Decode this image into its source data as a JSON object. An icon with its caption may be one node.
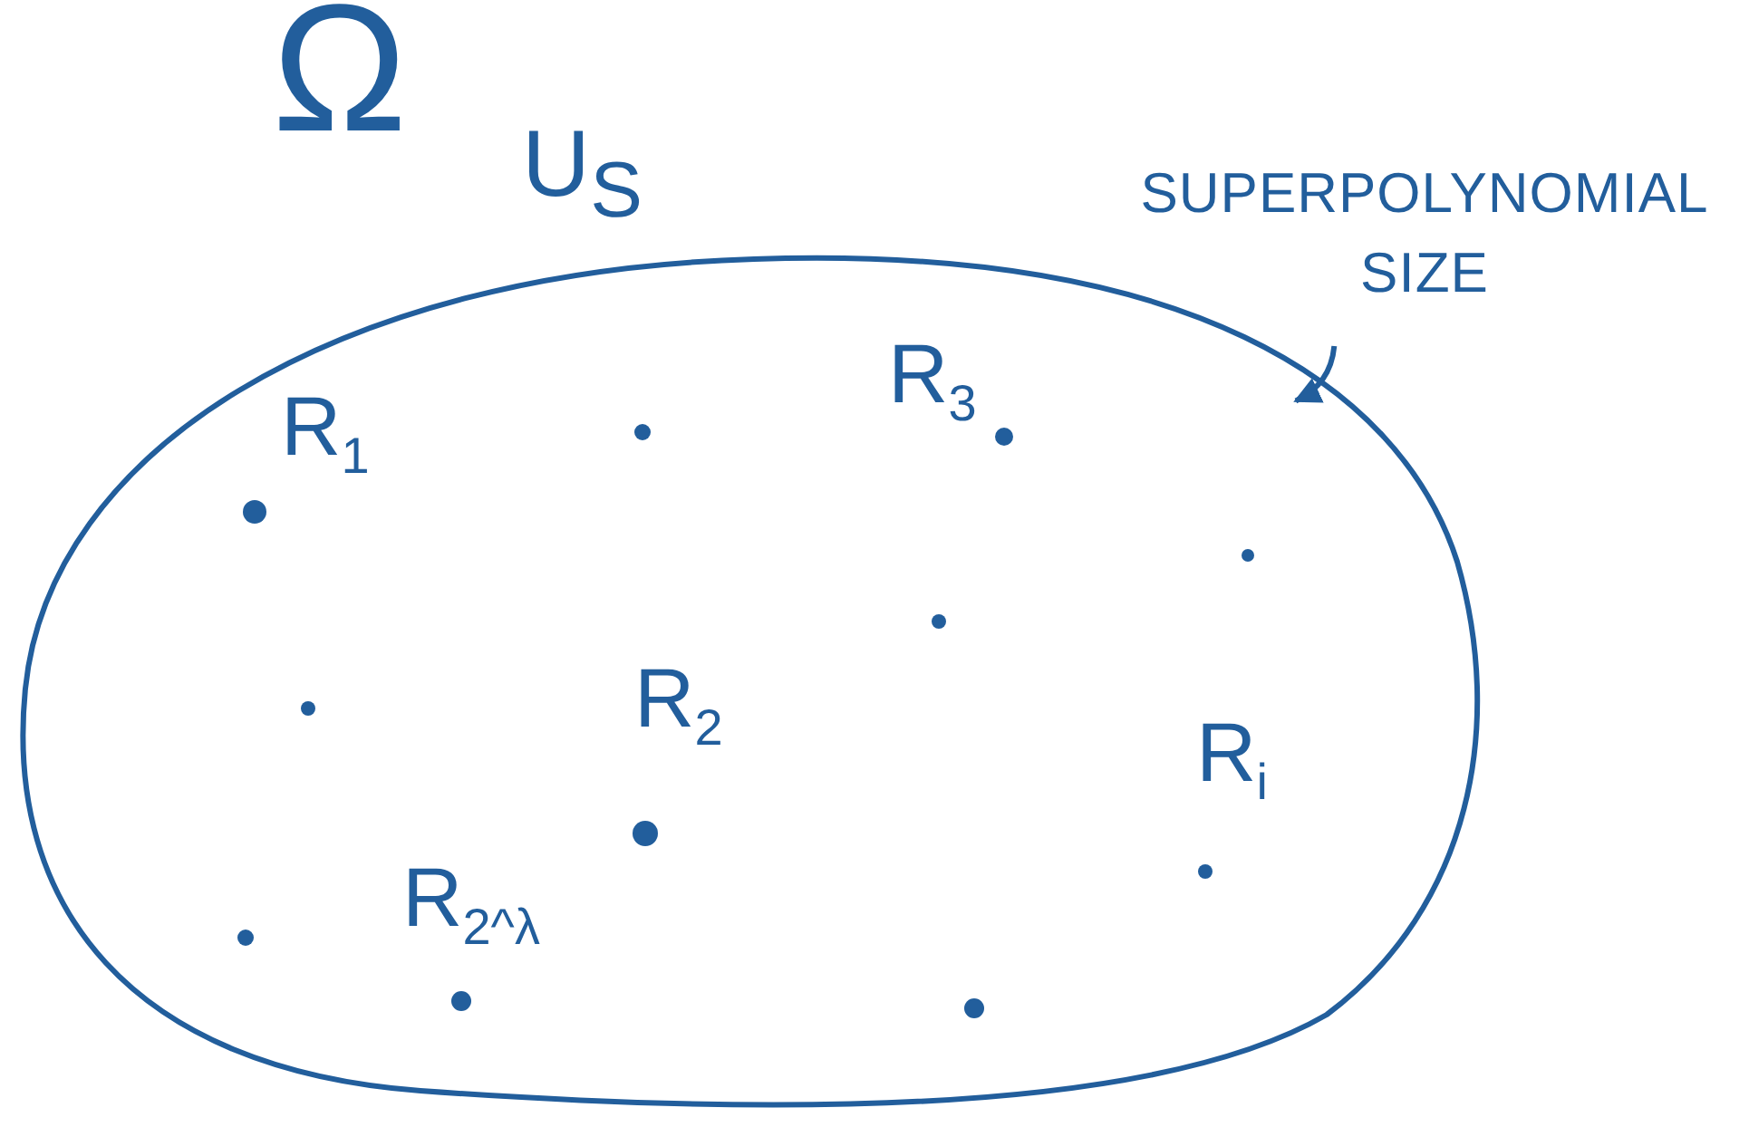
{
  "diagram": {
    "nodes": [
      {
        "text": [
          "Ω",
          "U$_{S}$"
        ]
      },
      {
        "text": [
          "SUPERPOLYNOMIAL SIZE"
        ]
      },
      {
        "text": [],
        "shape": "circle",
        "in": 0
      },
      {
        "text": [],
        "shape": "circle",
        "in": 0,
        "beside": [
          "R$_{3}$"
        ]
      },
      {
        "text": [],
        "shape": "circle",
        "in": 0,
        "beside": [
          "R$_{1}$"
        ]
      },
      {
        "text": [],
        "shape": "circle",
        "in": 0
      },
      {
        "text": [],
        "shape": "circle",
        "in": 0
      },
      {
        "text": [],
        "shape": "circle",
        "in": 0
      },
      {
        "text": [],
        "shape": "circle",
        "in": 0,
        "beside": [
          "R$_{2}$"
        ]
      },
      {
        "text": [],
        "shape": "circle",
        "in": 0,
        "beside": [
          "R$_{i}$"
        ]
      },
      {
        "text": [],
        "shape": "circle",
        "in": 0
      },
      {
        "text": [],
        "shape": "circle",
        "in": 0,
        "beside": [
          "R$_{2^λ}$"
        ]
      },
      {
        "text": [],
        "shape": "circle",
        "in": 0
      }
    ],
    "edges": [
      {
        "from": 1,
        "to": 0,
        "arrow": "to"
      }
    ]
  }
}
